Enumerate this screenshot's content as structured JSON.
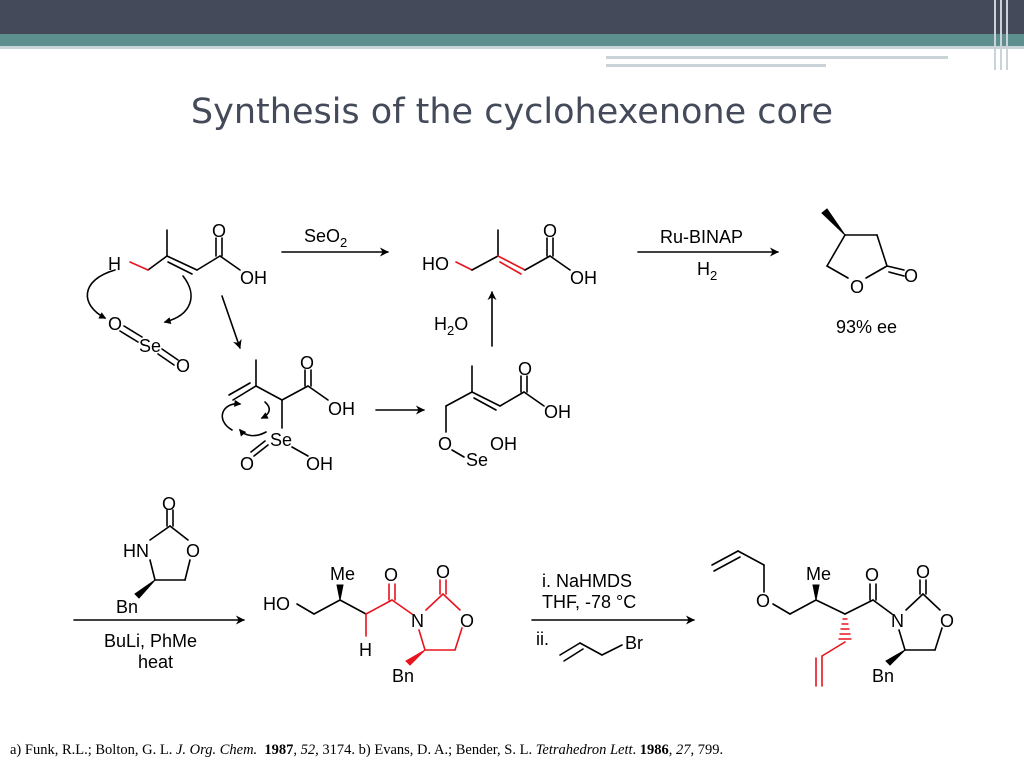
{
  "title": "Synthesis of the cyclohexenone core",
  "colors": {
    "red": "#e8141e",
    "blue": "#1a1ab8",
    "black": "#000000",
    "title": "#444a5a"
  },
  "scheme1": {
    "sm": {
      "h": "H",
      "o": "O",
      "oh": "OH"
    },
    "seo2": {
      "o1": "O",
      "se": "Se",
      "o2": "O"
    },
    "arrow1": {
      "reagent_main": "SeO",
      "reagent_sub": "2"
    },
    "prod1": {
      "ho": "HO",
      "o": "O",
      "oh": "OH"
    },
    "arrow2": {
      "line1": "Ru-BINAP",
      "line2_main": "H",
      "line2_sub": "2"
    },
    "lactone": {
      "o_ring": "O",
      "o_carbonyl": "O",
      "ee": "93% ee"
    },
    "ene": {
      "o": "O",
      "oh": "OH",
      "se": "Se",
      "se_o": "O",
      "se_oh": "OH"
    },
    "ester": {
      "o": "O",
      "oh": "OH",
      "o_link": "O",
      "se": "Se",
      "se_oh": "OH"
    },
    "hydrolysis": {
      "main": "H",
      "sub": "2",
      "tail": "O"
    }
  },
  "scheme2": {
    "aux": {
      "o_carbonyl": "O",
      "hn": "HN",
      "o_ring": "O",
      "bn": "Bn"
    },
    "arrow3": {
      "line1": "BuLi, PhMe",
      "line2": "heat"
    },
    "mid": {
      "me": "Me",
      "ho": "HO",
      "o_acyl": "O",
      "o_carbonyl": "O",
      "n": "N",
      "o_ring": "O",
      "h": "H",
      "bn": "Bn"
    },
    "arrow4": {
      "line1": "i. NaHMDS",
      "line2": "THF, -78 °C",
      "line3": "ii.",
      "br": "Br"
    },
    "final": {
      "o_ether": "O",
      "me": "Me",
      "o_acyl": "O",
      "o_carbonyl": "O",
      "n": "N",
      "o_ring": "O",
      "bn": "Bn"
    }
  },
  "reference": {
    "a_authors": "a) Funk, R.L.; Bolton, G. L. ",
    "a_journal": "J. Org. Chem.",
    "a_year": "1987",
    "a_sep1": ", ",
    "a_volume": "52",
    "a_pages": ", 3174. ",
    "b_authors": "b) Evans, D. A.;  Bender, S. L. ",
    "b_journal": "Tetrahedron Lett",
    "b_dot": ". ",
    "b_year": "1986",
    "b_sep1": ", ",
    "b_volume": "27",
    "b_pages": ", 799."
  }
}
